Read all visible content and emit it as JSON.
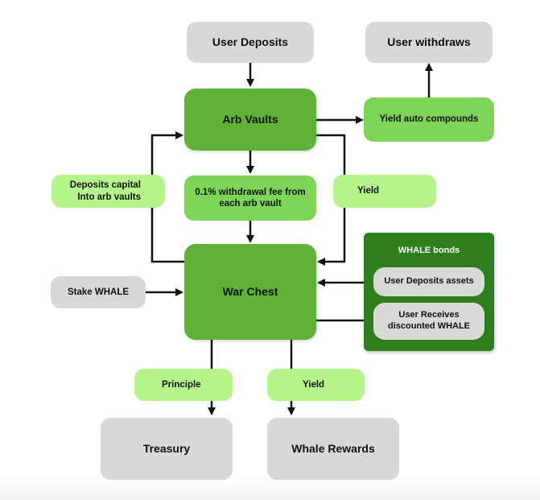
{
  "diagram": {
    "nodes": {
      "user_deposits": "User Deposits",
      "user_withdraws": "User withdraws",
      "arb_vaults": "Arb Vaults",
      "yield_auto_compounds": "Yield auto compounds",
      "deposits_capital": "Deposits capital\nInto arb vaults",
      "withdrawal_fee": "0.1% withdrawal fee from\neach arb vault",
      "yield_right": "Yield",
      "stake_whale": "Stake WHALE",
      "war_chest": "War Chest",
      "whale_bonds_title": "WHALE bonds",
      "user_deposits_assets": "User Deposits assets",
      "user_receives": "User Receives\ndiscounted WHALE",
      "principle": "Principle",
      "yield_bottom": "Yield",
      "treasury": "Treasury",
      "whale_rewards": "Whale Rewards"
    },
    "colors": {
      "main_green": "#5fb236",
      "light_green": "#7ed457",
      "lime": "#b6f58b",
      "grey": "#d8d8d8",
      "bonds_green": "#2f7e1c",
      "arrow": "#111111"
    }
  }
}
